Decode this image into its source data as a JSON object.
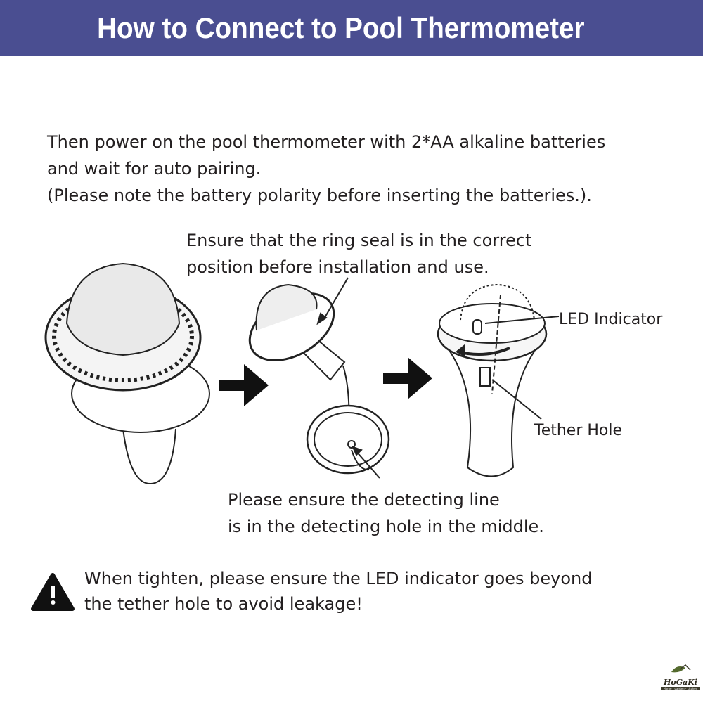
{
  "header": {
    "title": "How to Connect to Pool Thermometer",
    "background": "#4a4e91"
  },
  "intro": {
    "lines": [
      "Then power on the pool thermometer with 2*AA alkaline batteries",
      "and  wait for auto pairing.",
      "(Please note the battery polarity before inserting the batteries.)."
    ]
  },
  "ring_note": {
    "lines": [
      "Ensure that the ring seal is in the correct",
      "position before installation and use."
    ]
  },
  "line_note": {
    "lines": [
      "Please ensure the detecting line",
      "is in the detecting hole in the middle."
    ]
  },
  "labels": {
    "led": "LED Indicator",
    "tether": "Tether Hole"
  },
  "warning": {
    "icon": "warning-triangle-icon",
    "lines": [
      "When tighten, please ensure the LED indicator goes beyond",
      "the tether hole to avoid leakage!"
    ]
  },
  "logo": {
    "name": "HoGaKi",
    "tagline": "Home - garden - kitchen"
  }
}
